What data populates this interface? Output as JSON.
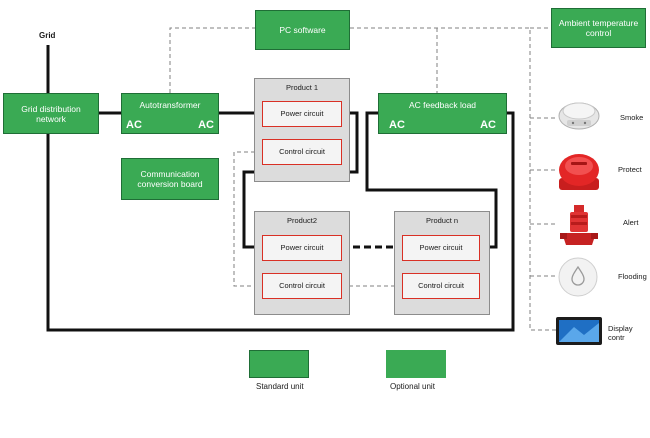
{
  "grid_label": "Grid",
  "boxes": {
    "grid_distribution": "Grid distribution network",
    "autotransformer": "Autotransformer",
    "pc_software": "PC software",
    "ambient_control": "Ambient temperature control",
    "ac_feedback_load": "AC feedback load",
    "communication_board": "Communication conversion board"
  },
  "ac_label": "AC",
  "products": [
    {
      "title": "Product 1",
      "power": "Power circuit",
      "control": "Control circuit"
    },
    {
      "title": "Product2",
      "power": "Power circuit",
      "control": "Control circuit"
    },
    {
      "title": "Product n",
      "power": "Power circuit",
      "control": "Control circuit"
    }
  ],
  "devices": [
    {
      "label": "Smoke",
      "icon": "smoke-detector-icon"
    },
    {
      "label": "Protect",
      "icon": "emergency-stop-button-icon"
    },
    {
      "label": "Alert",
      "icon": "alarm-light-icon"
    },
    {
      "label": "Flooding",
      "icon": "flood-sensor-icon"
    },
    {
      "label": "Display contr",
      "icon": "touch-display-icon"
    }
  ],
  "legend": {
    "standard": "Standard unit",
    "optional": "Optional unit"
  },
  "colors": {
    "green": "#3aaa54",
    "green_border": "#1f6e36",
    "circuit_border": "#d93025",
    "product_fill": "#dcdcdc"
  }
}
